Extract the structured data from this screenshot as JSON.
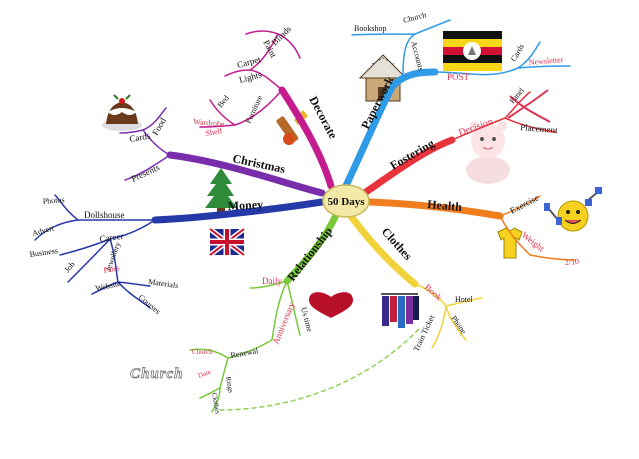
{
  "center": {
    "label": "50 Days"
  },
  "colors": {
    "center_fill": "#f2e9a6",
    "paperwork": "#2f9be6",
    "decorate": "#c41b8e",
    "christmas": "#7a2dab",
    "money": "#2639a8",
    "relationship": "#79c93a",
    "clothes": "#f2d23a",
    "fostering": "#e8323c",
    "health": "#f07d1e",
    "accent_red": "#dc3250",
    "dash_line": "#8fd155"
  },
  "branches": {
    "paperwork": {
      "label": "Paperwork",
      "subs": {
        "bookshop": "Bookshop",
        "church": "Church",
        "accounts": "Accounts",
        "post": "POST",
        "cards": "Cards",
        "newsletter": "Newsletter"
      }
    },
    "decorate": {
      "label": "Decorate",
      "subs": {
        "paint": "Paint",
        "blinds": "Blinds",
        "carpet": "Carpet",
        "lights": "Lights",
        "furniture": "Furniture",
        "bed": "Bed",
        "wardrobe": "Wardrobe",
        "shelf": "Shelf"
      }
    },
    "christmas": {
      "label": "Christmas",
      "subs": {
        "food": "Food",
        "cards": "Cards",
        "presents": "Presents"
      }
    },
    "money": {
      "label": "Money",
      "subs": {
        "photos": "Photos",
        "advert": "Advert",
        "dollshouse": "Dollshouse",
        "business": "Business",
        "career": "Career",
        "job": "Job",
        "jewellery": "Jewellery",
        "fairs": "Fairs",
        "website": "Website",
        "materials": "Materials",
        "courses": "Courses"
      }
    },
    "relationship": {
      "label": "Relationship",
      "subs": {
        "daily": "Daily",
        "anniversary": "Anniversary",
        "us_time": "Us time",
        "church": "Church",
        "renewal": "Renewal",
        "date": "Date",
        "rings": "Rings",
        "clothes": "Clothes"
      }
    },
    "clothes": {
      "label": "Clothes",
      "subs": {
        "book": "Book",
        "hotel": "Hotel",
        "train_ticket": "Train Ticket",
        "phone": "Phone"
      }
    },
    "fostering": {
      "label": "Fostering",
      "subs": {
        "decision": "Decision",
        "panel": "Panel",
        "placement": "Placement"
      }
    },
    "health": {
      "label": "Health",
      "subs": {
        "exercise": "Exercise",
        "weight": "Weight",
        "target": "2/10"
      }
    }
  }
}
